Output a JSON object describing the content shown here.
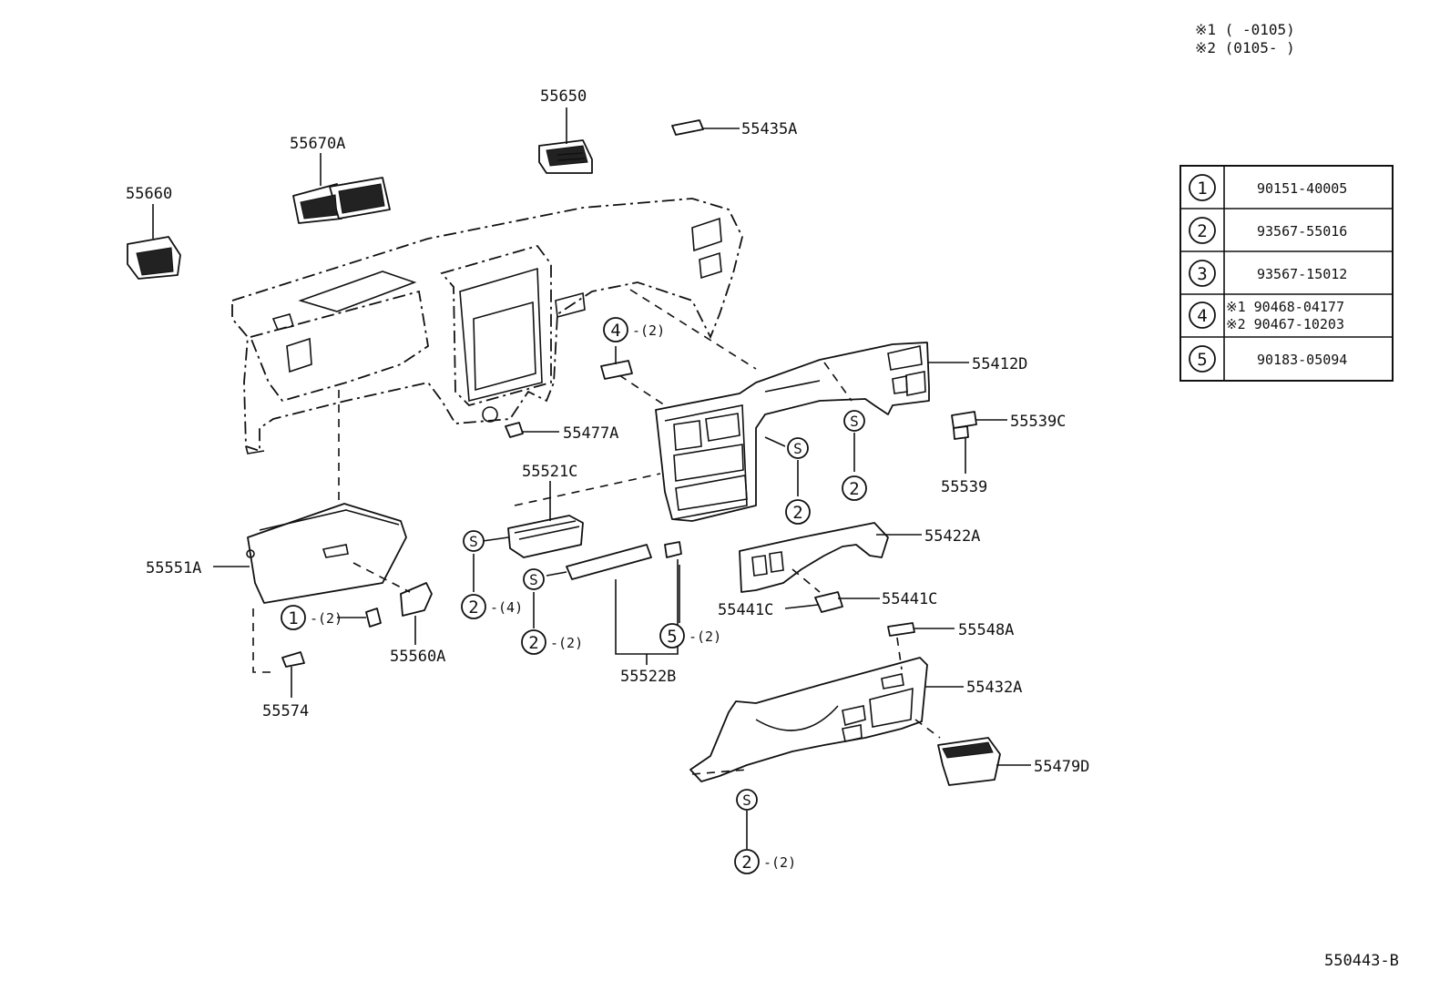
{
  "notes": {
    "note1": "※1 (      -0105)",
    "note2": "※2 (0105-      )"
  },
  "drawing_id": "550443-B",
  "parts": {
    "p55650": "55650",
    "p55435A": "55435A",
    "p55670A": "55670A",
    "p55660": "55660",
    "p55412D": "55412D",
    "p55539C": "55539C",
    "p55539": "55539",
    "p55477A": "55477A",
    "p55521C": "55521C",
    "p55551A": "55551A",
    "p55422A": "55422A",
    "p55441C_left": "55441C",
    "p55441C_right": "55441C",
    "p55548A": "55548A",
    "p55432A": "55432A",
    "p55479D": "55479D",
    "p55560A": "55560A",
    "p55574": "55574",
    "p55522B": "55522B"
  },
  "callouts": {
    "c4_top": {
      "num": "4",
      "qty": "-(2)"
    },
    "c1": {
      "num": "1",
      "qty": "-(2)"
    },
    "c2_a": {
      "num": "2",
      "qty": "-(4)"
    },
    "c2_b": {
      "num": "2",
      "qty": "-(2)"
    },
    "c5": {
      "num": "5",
      "qty": "-(2)"
    },
    "c2_c": {
      "num": "2"
    },
    "c2_d": {
      "num": "2"
    },
    "c2_e": {
      "num": "2",
      "qty": "-(2)"
    },
    "s_symbol": "S"
  },
  "parts_table": [
    {
      "num": "1",
      "lines": [
        "90151-40005"
      ]
    },
    {
      "num": "2",
      "lines": [
        "93567-55016"
      ]
    },
    {
      "num": "3",
      "lines": [
        "93567-15012"
      ]
    },
    {
      "num": "4",
      "lines": [
        "※1  90468-04177",
        "※2  90467-10203"
      ]
    },
    {
      "num": "5",
      "lines": [
        "90183-05094"
      ]
    }
  ]
}
